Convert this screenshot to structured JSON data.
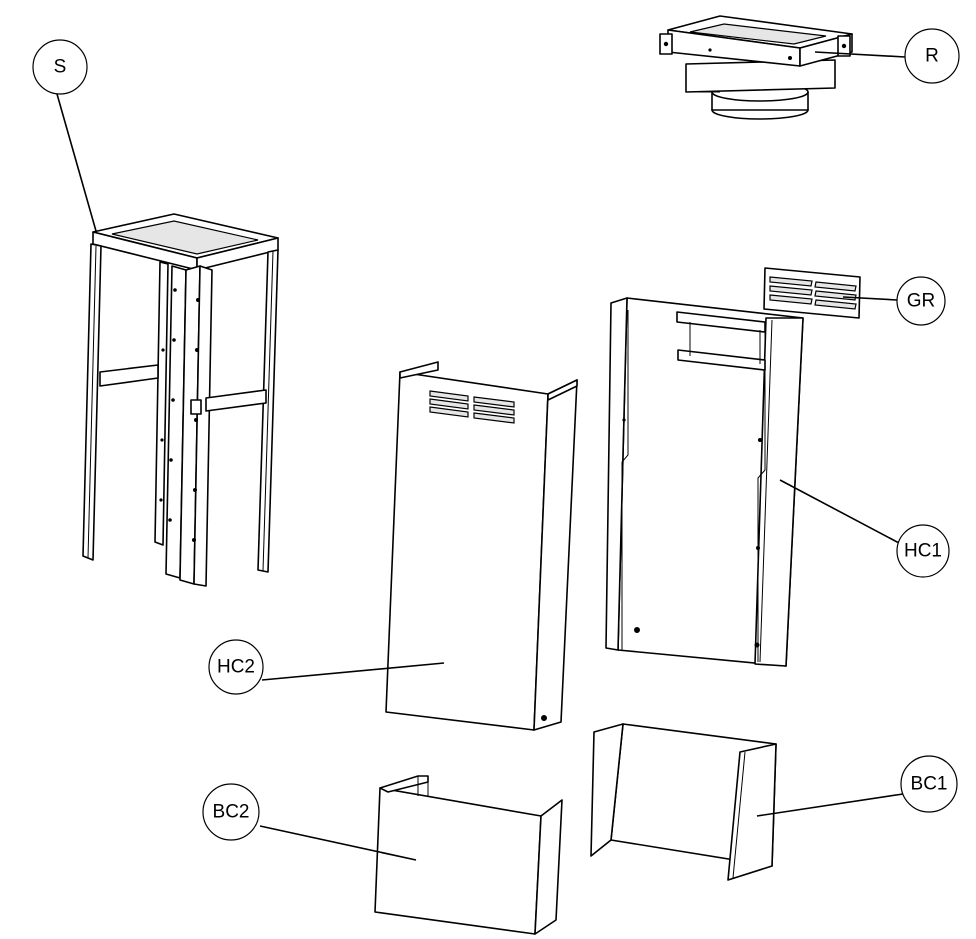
{
  "diagram": {
    "background": "#ffffff",
    "line_color": "#000000",
    "parts": [
      {
        "id": "S",
        "label": "S",
        "depicts": "support-frame"
      },
      {
        "id": "R",
        "label": "R",
        "depicts": "recirculation-unit"
      },
      {
        "id": "GR",
        "label": "GR",
        "depicts": "grille"
      },
      {
        "id": "HC1",
        "label": "HC1",
        "depicts": "upper-chimney-inner"
      },
      {
        "id": "HC2",
        "label": "HC2",
        "depicts": "upper-chimney-outer"
      },
      {
        "id": "BC1",
        "label": "BC1",
        "depicts": "lower-chimney-inner"
      },
      {
        "id": "BC2",
        "label": "BC2",
        "depicts": "lower-chimney-outer"
      }
    ]
  }
}
